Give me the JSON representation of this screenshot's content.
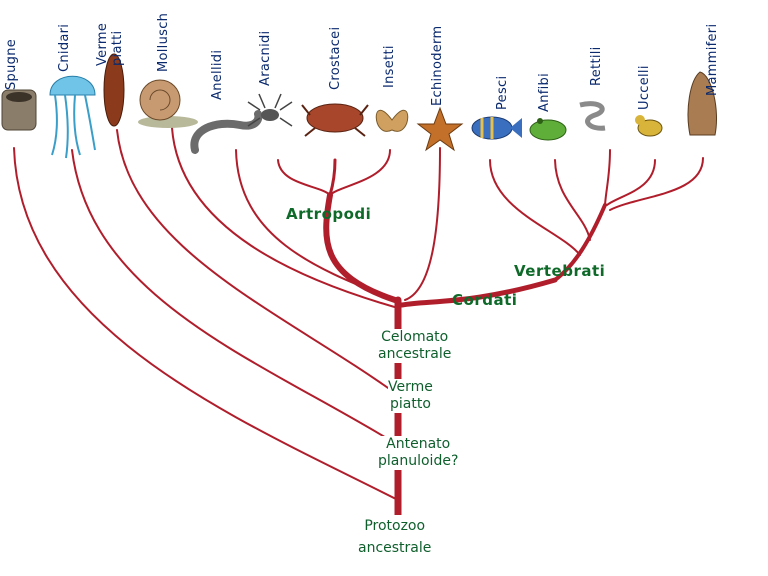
{
  "taxa": [
    {
      "key": "spugne",
      "label": "Spugne"
    },
    {
      "key": "cnidari",
      "label": "Cnidari"
    },
    {
      "key": "verme_piatti",
      "label": "Verme\npiatti"
    },
    {
      "key": "molluschi",
      "label": "Mollusch"
    },
    {
      "key": "anellidi",
      "label": "Anellidi"
    },
    {
      "key": "aracnidi",
      "label": "Aracnidi"
    },
    {
      "key": "crostacei",
      "label": "Crostacei"
    },
    {
      "key": "insetti",
      "label": "Insetti"
    },
    {
      "key": "echinodermi",
      "label": "Echinoderm"
    },
    {
      "key": "pesci",
      "label": "Pesci"
    },
    {
      "key": "anfibi",
      "label": "Anfibi"
    },
    {
      "key": "rettili",
      "label": "Rettili"
    },
    {
      "key": "uccelli",
      "label": "Uccelli"
    },
    {
      "key": "mammiferi",
      "label": "Mammiferi"
    }
  ],
  "nodes": {
    "protozoo": "Protozoo\nancestrale",
    "antenato": "Antenato\nplanuloide?",
    "verme": "Verme\npiatto",
    "celomato": "Celomato\nancestrale"
  },
  "clades": {
    "artropodi": "Artropodi",
    "vertebrati": "Vertebrati",
    "cordati": "Cordati"
  },
  "colors": {
    "branch": "#b01e2c",
    "taxon_text": "#0b2a6e",
    "node_text": "#0f5f2d"
  }
}
